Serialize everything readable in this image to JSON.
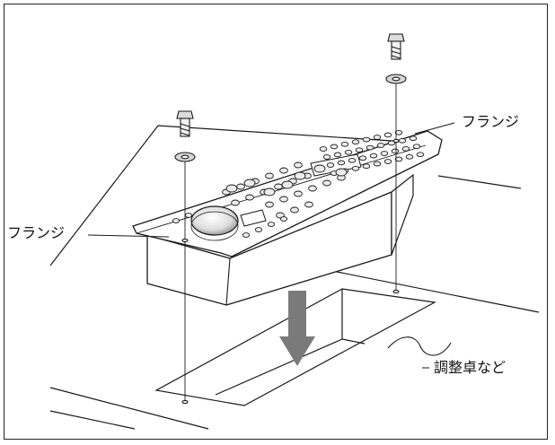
{
  "labels": {
    "flange_left": "フランジ",
    "flange_right": "フランジ",
    "desk": "調整卓など"
  },
  "colors": {
    "line": "#1a1a1a",
    "arrow": "#7a7a7a",
    "knob_fill": "#e9e9e9",
    "panel_fill": "#ffffff"
  }
}
